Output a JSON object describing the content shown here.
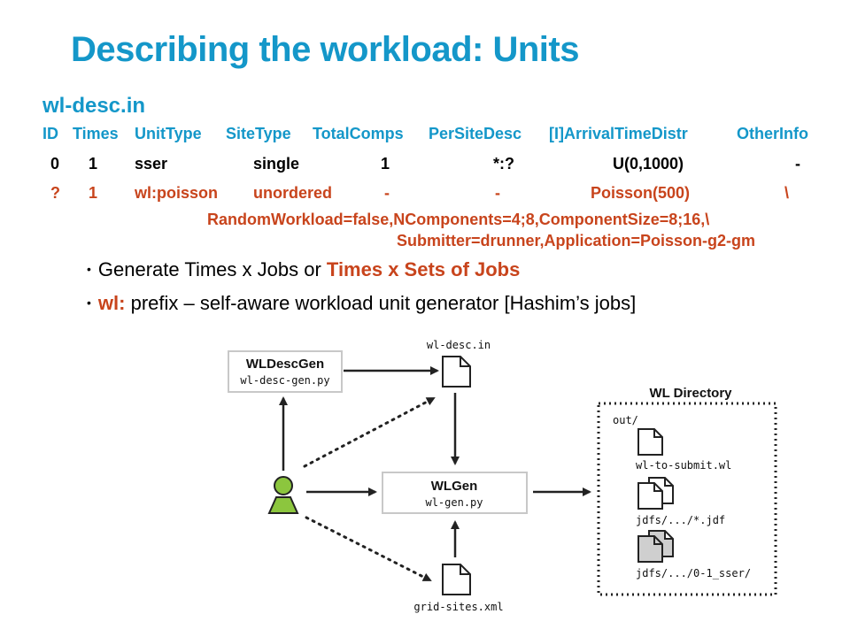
{
  "slide": {
    "title": "Describing the workload: Units",
    "filename": "wl-desc.in"
  },
  "table": {
    "header": [
      "ID",
      "Times",
      "UnitType",
      "SiteType",
      "TotalComps",
      "PerSiteDesc",
      "[I]ArrivalTimeDistr",
      "OtherInfo"
    ],
    "rows": [
      [
        "0",
        "1",
        "sser",
        "single",
        "1",
        "*:?",
        "U(0,1000)",
        "-"
      ],
      [
        "?",
        "1",
        "wl:poisson",
        "unordered",
        "-",
        "-",
        "Poisson(500)",
        "\\"
      ]
    ],
    "continuation": [
      "RandomWorkload=false,NComponents=4;8,ComponentSize=8;16,\\",
      "Submitter=drunner,Application=Poisson-g2-gm"
    ]
  },
  "bullets": [
    {
      "plain": "Generate Times x Jobs or ",
      "highlight": "Times x Sets of Jobs",
      "tail": ""
    },
    {
      "plain": "",
      "highlight": "wl:",
      "tail": " prefix – self-aware workload unit generator [Hashim’s jobs]"
    }
  ],
  "diagram": {
    "wldescgen_title": "WLDescGen",
    "wldescgen_file": "wl-desc-gen.py",
    "wldesc_label": "wl-desc.in",
    "wlgen_title": "WLGen",
    "wlgen_file": "wl-gen.py",
    "gridsites_label": "grid-sites.xml",
    "directory_title": "WL Directory",
    "out_label": "out/",
    "item1_label": "wl-to-submit.wl",
    "item2_label": "jdfs/.../*.jdf",
    "item3_label": "jdfs/.../0-1_sser/",
    "colors": {
      "user": "#8cc63e",
      "box_border": "#cccccc",
      "arrow": "#222222"
    }
  }
}
